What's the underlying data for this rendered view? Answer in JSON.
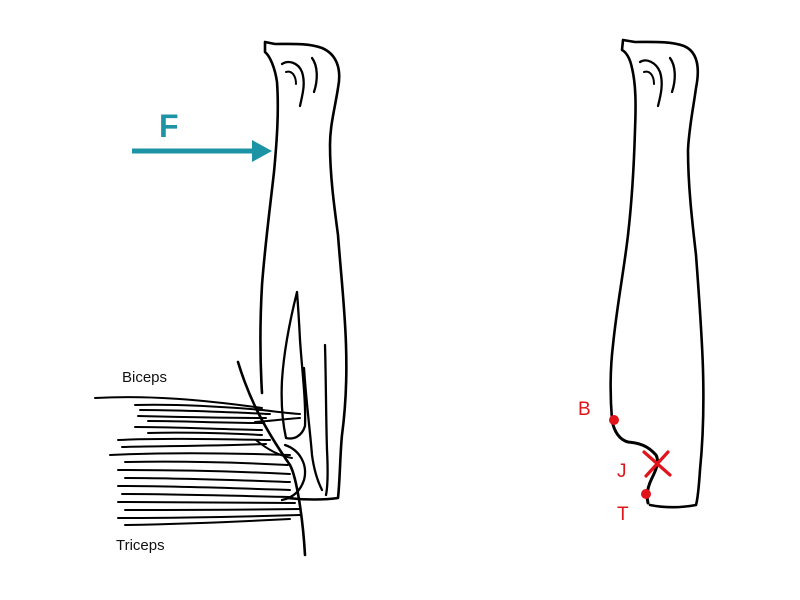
{
  "labels": {
    "force": "F",
    "biceps": "Biceps",
    "triceps": "Triceps",
    "point_b": "B",
    "point_j": "J",
    "point_t": "T"
  },
  "colors": {
    "force_arrow": "#1d93a6",
    "markers": "#e0141b",
    "outline": "#000000"
  }
}
